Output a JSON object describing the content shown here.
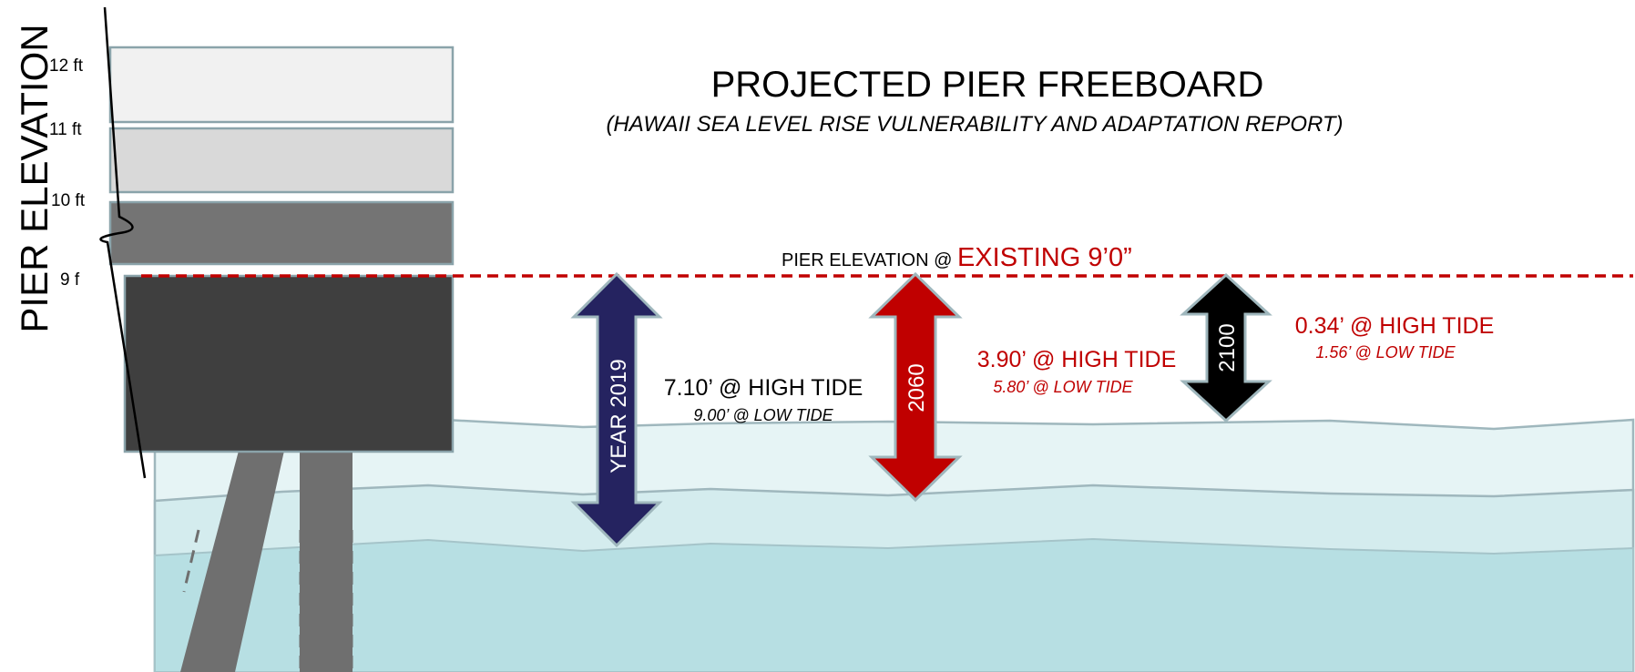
{
  "title": "PROJECTED PIER FREEBOARD",
  "subtitle": "(HAWAII SEA LEVEL RISE VULNERABILITY AND ADAPTATION REPORT)",
  "axis_label": "PIER  ELEVATION",
  "elevation_ticks": [
    "12 ft",
    "11 ft",
    "10 ft",
    "9 f"
  ],
  "existing_line": {
    "prefix": "PIER  ELEVATION @ ",
    "value": "EXISTING 9’0”"
  },
  "scenarios": [
    {
      "year_label": "YEAR 2019",
      "high_tide": "7.10’ @ HIGH TIDE",
      "low_tide": "9.00’ @ LOW TIDE"
    },
    {
      "year_label": "2060",
      "high_tide": "3.90’ @ HIGH TIDE",
      "low_tide": "5.80’ @ LOW TIDE"
    },
    {
      "year_label": "2100",
      "high_tide": "0.34’ @ HIGH TIDE",
      "low_tide": "1.56’ @ LOW TIDE"
    }
  ],
  "colors": {
    "arrow_2019": "#252360",
    "arrow_2060": "#c00000",
    "arrow_2100": "#000000",
    "accent_red": "#c00000",
    "water_top": "#e6f4f5",
    "water_mid": "#d4ecee",
    "water_deep": "#b7dfe3",
    "pier_deck": "#3f3f3f",
    "piling": "#6f6f6f"
  }
}
